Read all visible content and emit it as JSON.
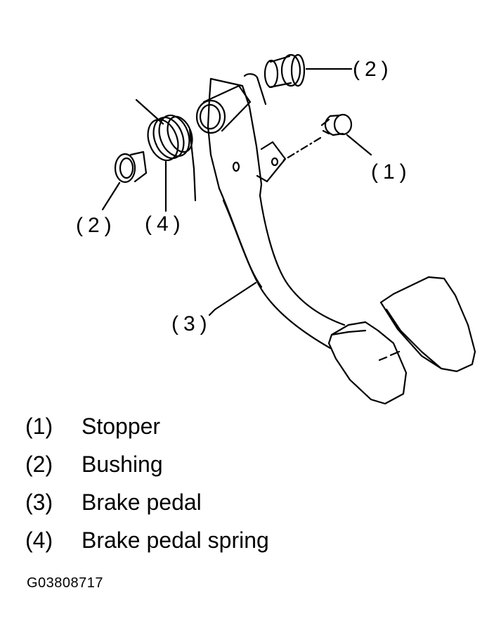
{
  "callouts": {
    "bushing_top": "(2)",
    "stopper": "(1)",
    "bushing_left": "(2)",
    "spring": "(4)",
    "pedal": "(3)"
  },
  "legend": [
    {
      "num": "(1)",
      "name": "Stopper"
    },
    {
      "num": "(2)",
      "name": "Bushing"
    },
    {
      "num": "(3)",
      "name": "Brake pedal"
    },
    {
      "num": "(4)",
      "name": "Brake pedal spring"
    }
  ],
  "figure_id": "G03808717"
}
